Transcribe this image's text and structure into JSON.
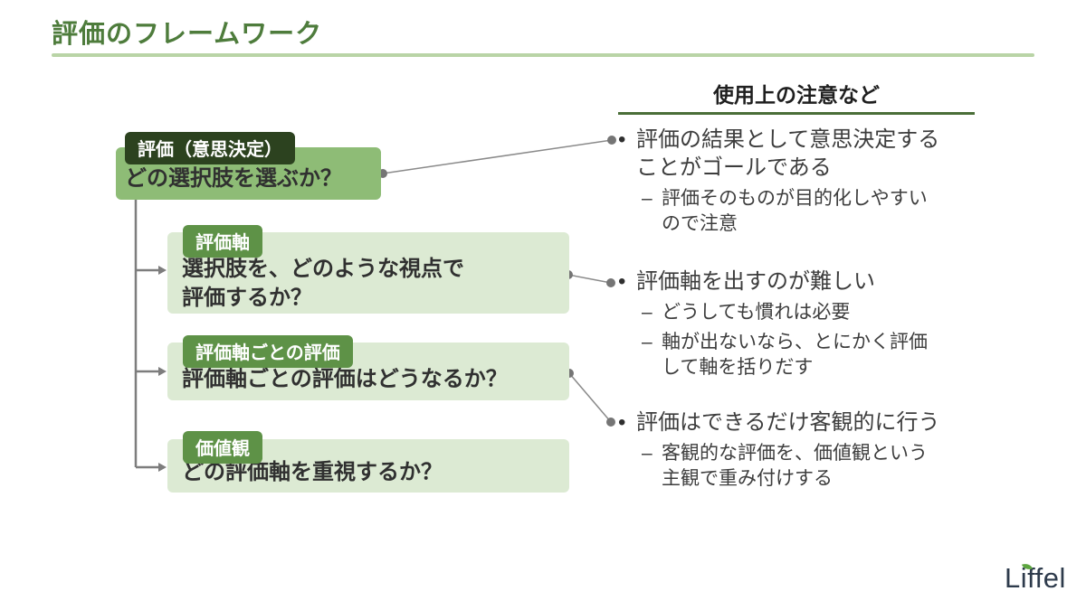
{
  "slide": {
    "title": "評価のフレームワーク"
  },
  "diagram": {
    "nodes": [
      {
        "label": "評価（意思決定）",
        "question": "どの選択肢を選ぶか？"
      },
      {
        "label": "評価軸",
        "question_line1": "選択肢を、どのような視点で",
        "question_line2": "評価するか？"
      },
      {
        "label": "評価軸ごとの評価",
        "question": "評価軸ごとの評価はどうなるか？"
      },
      {
        "label": "価値観",
        "question": "どの評価軸を重視するか？"
      }
    ],
    "colors": {
      "title_green": "#4e7c3c",
      "title_underline": "#b9d4a6",
      "dark_label_bg": "#2c421f",
      "green_label_bg": "#5e9247",
      "top_box_bg": "#8ebc76",
      "light_box_bg": "#dcead3",
      "connector_gray": "#7d7d7d",
      "header_underline": "#4a6e38"
    }
  },
  "notes": {
    "header": "使用上の注意など",
    "groups": [
      {
        "main_lines": [
          "評価の結果として意思決定する",
          "ことがゴールである"
        ],
        "sub_items": [
          {
            "lines": [
              "評価そのものが目的化しやすい",
              "ので注意"
            ]
          }
        ]
      },
      {
        "main_lines": [
          "評価軸を出すのが難しい"
        ],
        "sub_items": [
          {
            "lines": [
              "どうしても慣れは必要"
            ]
          },
          {
            "lines": [
              "軸が出ないなら、とにかく評価",
              "して軸を括りだす"
            ]
          }
        ]
      },
      {
        "main_lines": [
          "評価はできるだけ客観的に行う"
        ],
        "sub_items": [
          {
            "lines": [
              "客観的な評価を、価値観という",
              "主観で重み付けする"
            ]
          }
        ]
      }
    ]
  },
  "footer": {
    "logo": "Liffel"
  }
}
